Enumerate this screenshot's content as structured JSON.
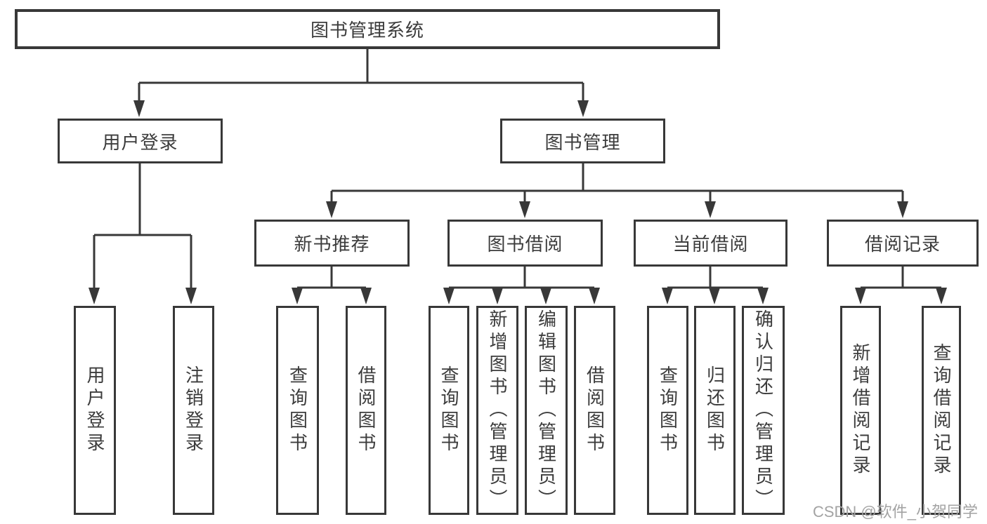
{
  "tree": {
    "label": "图书管理系统",
    "children": [
      {
        "label": "用户登录",
        "children": [
          {
            "label": "用户登录"
          },
          {
            "label": "注销登录"
          }
        ]
      },
      {
        "label": "图书管理",
        "children": [
          {
            "label": "新书推荐",
            "children": [
              {
                "label": "查询图书"
              },
              {
                "label": "借阅图书"
              }
            ]
          },
          {
            "label": "图书借阅",
            "children": [
              {
                "label": "查询图书"
              },
              {
                "label": "新增图书（管理员）"
              },
              {
                "label": "编辑图书（管理员）"
              },
              {
                "label": "借阅图书"
              }
            ]
          },
          {
            "label": "当前借阅",
            "children": [
              {
                "label": "查询图书"
              },
              {
                "label": "归还图书"
              },
              {
                "label": "确认归还（管理员）"
              }
            ]
          },
          {
            "label": "借阅记录",
            "children": [
              {
                "label": "新增借阅记录"
              },
              {
                "label": "查询借阅记录"
              }
            ]
          }
        ]
      }
    ]
  },
  "watermark": {
    "text": "CSDN @软件_小贺同学"
  },
  "colors": {
    "line": "#383838",
    "box_border": "#383838",
    "text": "#3c3c3c",
    "watermark": "#a3a3a3",
    "background": "#ffffff"
  }
}
